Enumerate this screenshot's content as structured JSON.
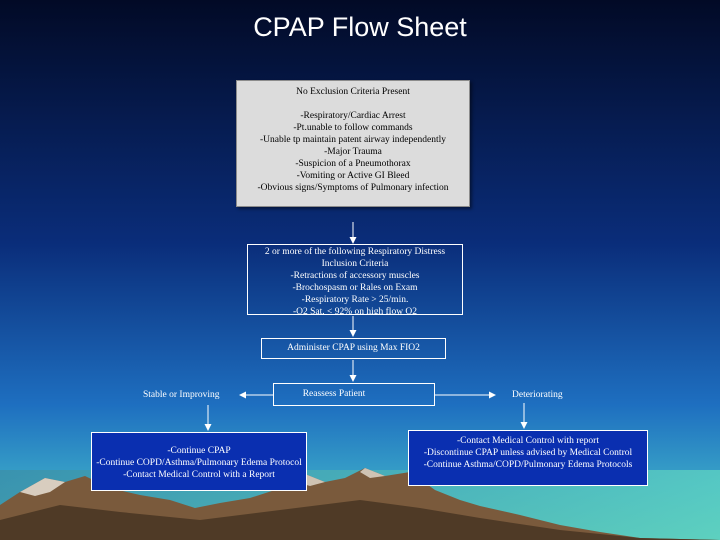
{
  "title": "CPAP Flow Sheet",
  "exclusion": {
    "lines": [
      "No Exclusion Criteria Present",
      "",
      "-Respiratory/Cardiac Arrest",
      "-Pt.unable to follow commands",
      "-Unable tp maintain patent airway independently",
      "-Major Trauma",
      "-Suspicion of a Pneumothorax",
      "-Vomiting or Active GI Bleed",
      "-Obvious signs/Symptoms of Pulmonary infection"
    ]
  },
  "inclusion": {
    "lines": [
      "2 or more of the following Respiratory Distress",
      "Inclusion  Criteria",
      "-Retractions of accessory muscles",
      "-Brochospasm or Rales on Exam",
      "-Respiratory Rate > 25/min.",
      "-O2 Sat. < 92% on high flow O2"
    ]
  },
  "administer": "Administer CPAP using Max FIO2",
  "reassess": "Reassess Patient",
  "left_label": "Stable or Improving",
  "right_label": "Deteriorating",
  "stable_box": {
    "lines": [
      "-Continue CPAP",
      "-Continue COPD/Asthma/Pulmonary Edema Protocol",
      "-Contact Medical Control with a Report"
    ]
  },
  "deteriorating_box": {
    "lines": [
      "-Contact Medical Control with report",
      "-Discontinue CPAP unless advised by Medical Control",
      "-Continue Asthma/COPD/Pulmonary Edema Protocols"
    ]
  }
}
